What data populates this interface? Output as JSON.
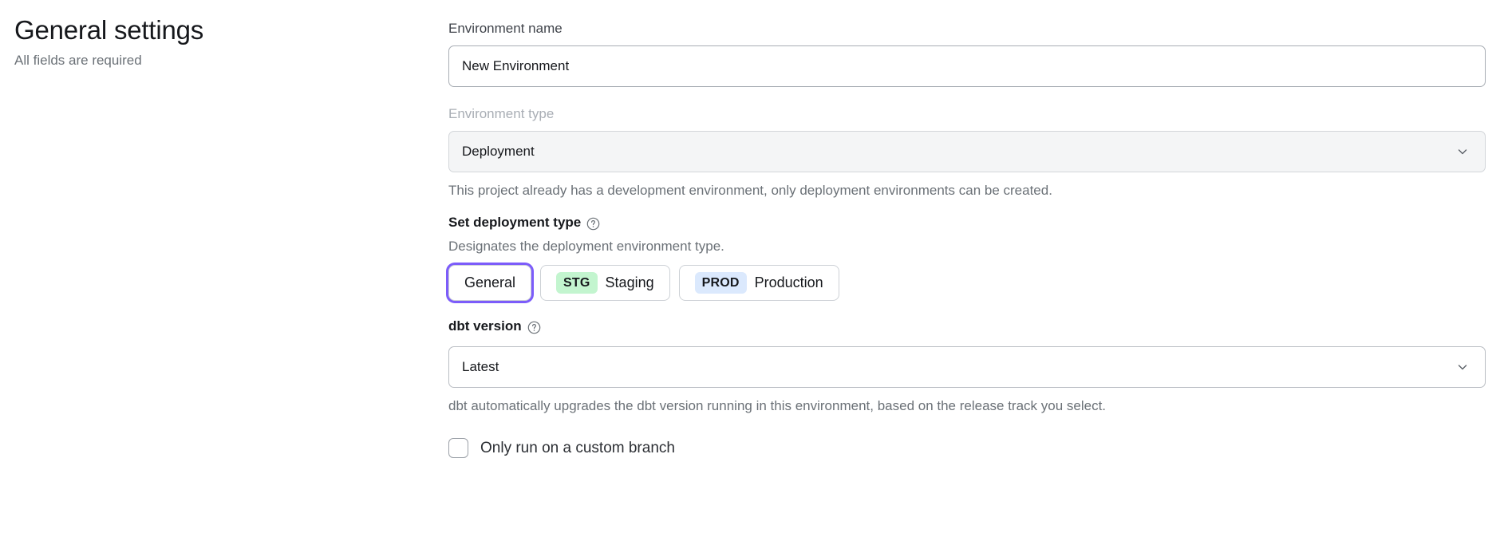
{
  "header": {
    "title": "General settings",
    "subtitle": "All fields are required"
  },
  "form": {
    "environment_name": {
      "label": "Environment name",
      "value": "New Environment",
      "placeholder": "Environment name"
    },
    "environment_type": {
      "label": "Environment type",
      "value": "Deployment",
      "disabled_note": "This project already has a development environment, only deployment environments can be created.",
      "chevron_icon": "chevron-down-icon"
    },
    "deployment_type": {
      "label": "Set deployment type",
      "help_icon": "help-circle-icon",
      "description": "Designates the deployment environment type.",
      "options": [
        {
          "id": "general",
          "badge": "",
          "label": "General",
          "badge_color": "",
          "focused": true
        },
        {
          "id": "staging",
          "badge": "STG",
          "label": "Staging",
          "badge_color": "#c3f5cf",
          "focused": false
        },
        {
          "id": "production",
          "badge": "PROD",
          "label": "Production",
          "badge_color": "#dbe9fd",
          "focused": false
        }
      ]
    },
    "dbt_version": {
      "label": "dbt version",
      "help_icon": "help-circle-icon",
      "value": "Latest",
      "note": "dbt automatically upgrades the dbt version running in this environment, based on the release track you select.",
      "chevron_icon": "chevron-down-icon"
    },
    "custom_branch": {
      "label": "Only run on a custom branch",
      "checked": false
    }
  },
  "colors": {
    "focus_ring": "#7c5cfa",
    "staging_badge": "#c3f5cf",
    "production_badge": "#dbe9fd",
    "muted_text": "#6b7177",
    "disabled_label": "#a9aeb5"
  }
}
